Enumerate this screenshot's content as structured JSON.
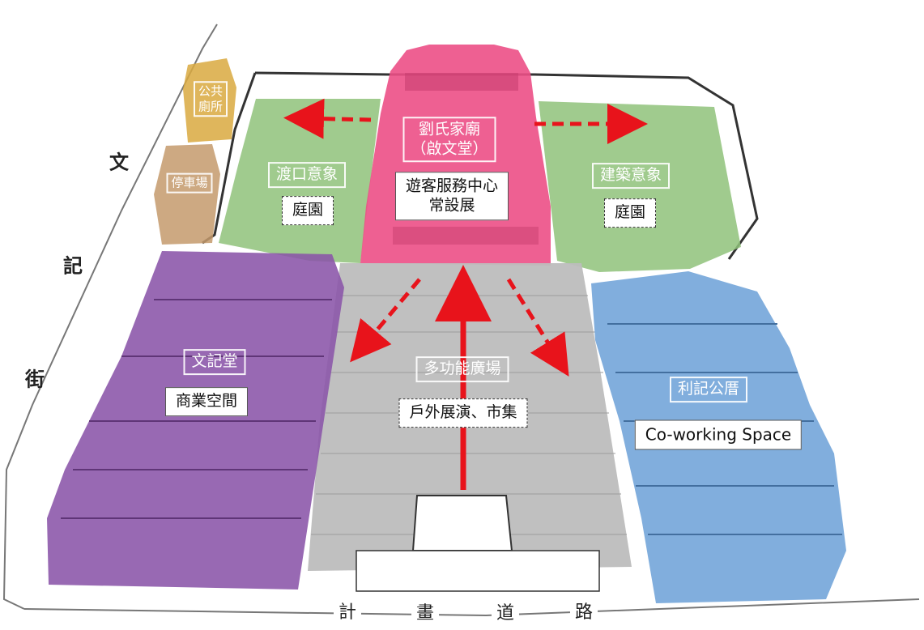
{
  "zones": [
    {
      "id": "toilet",
      "title_lines": [
        "公共",
        "廁所"
      ],
      "color": "#d9a93f"
    },
    {
      "id": "parking",
      "title": "停車場",
      "color": "#c49a6c"
    },
    {
      "id": "garden-left",
      "title": "渡口意象",
      "subtitle": "庭園",
      "color": "#8fc27a"
    },
    {
      "id": "temple",
      "title_lines": [
        "劉氏家廟",
        "（啟文堂）"
      ],
      "subtitle_lines": [
        "遊客服務中心",
        "常設展"
      ],
      "color": "#ec4f86"
    },
    {
      "id": "garden-right",
      "title": "建築意象",
      "subtitle": "庭園",
      "color": "#8fc27a"
    },
    {
      "id": "wenji",
      "title": "文記堂",
      "subtitle": "商業空間",
      "color": "#8a54a8"
    },
    {
      "id": "plaza",
      "title": "多功能廣場",
      "subtitle": "戶外展演、市集",
      "color": "#bdbdbd"
    },
    {
      "id": "liji",
      "title": "利記公厝",
      "subtitle": "Co-working Space",
      "color": "#6fa3d8"
    }
  ],
  "street_left": [
    "文",
    "記",
    "街"
  ],
  "road_bottom": [
    "計",
    "畫",
    "道",
    "路"
  ],
  "arrow_color": "#e8131b"
}
